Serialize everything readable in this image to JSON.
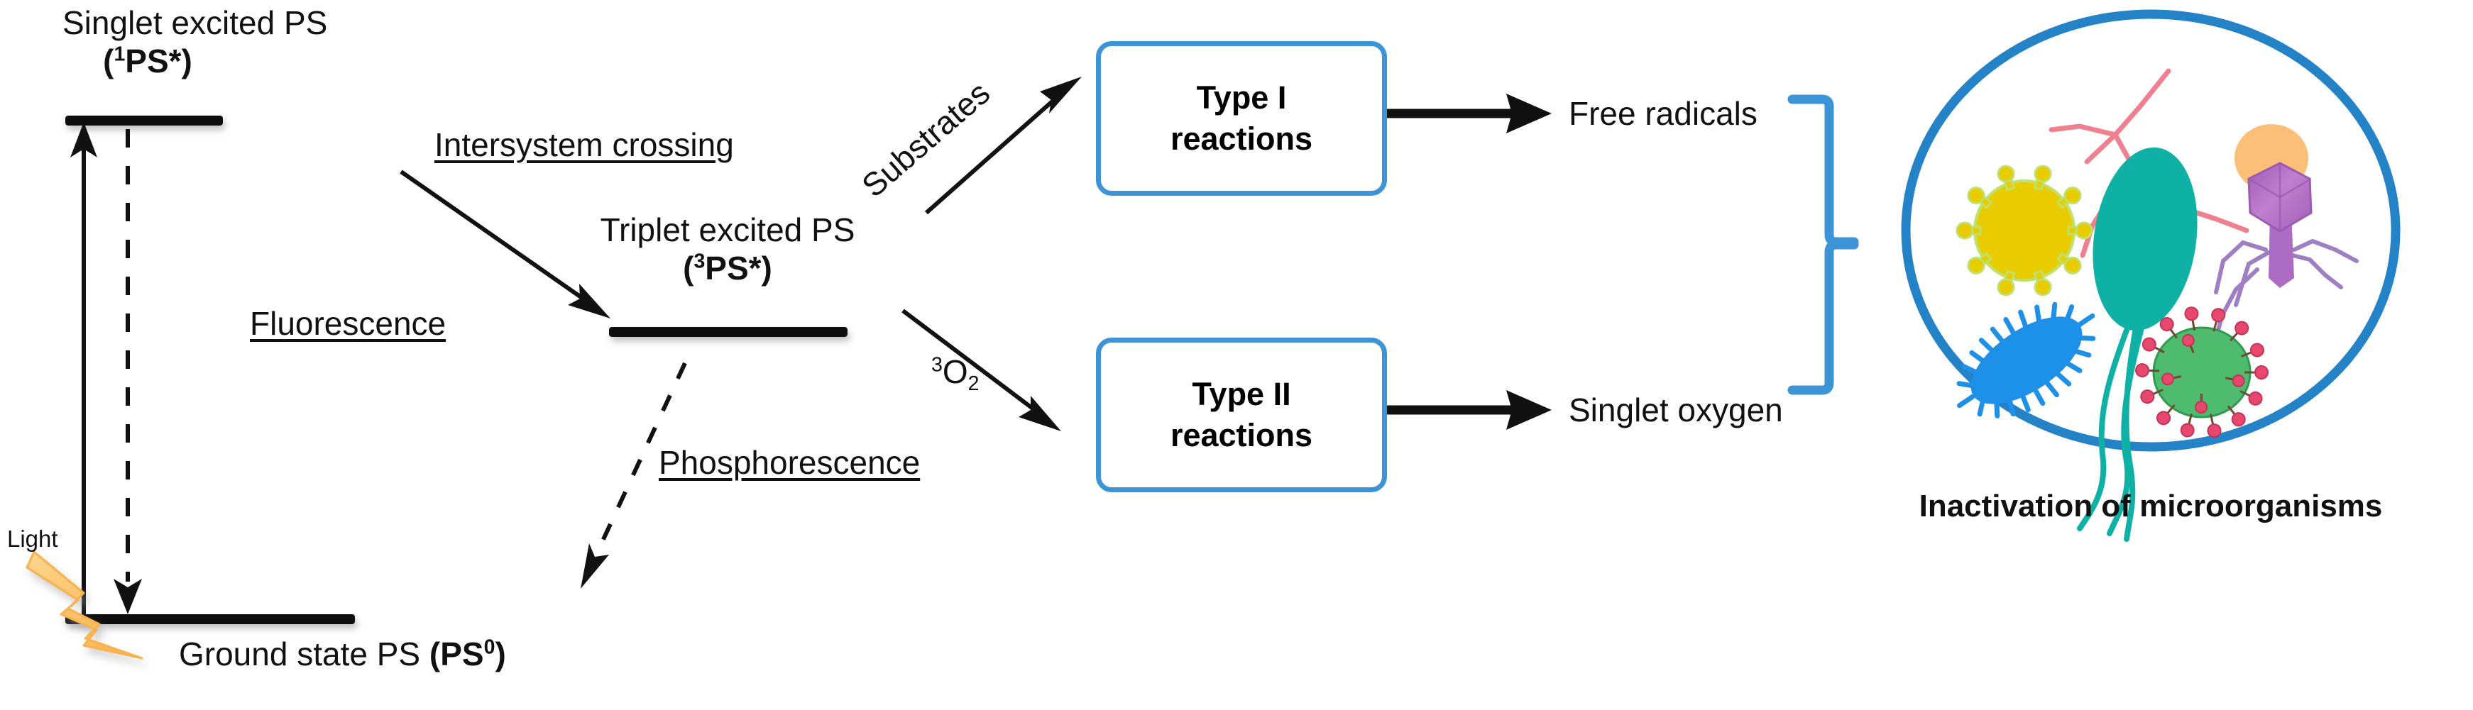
{
  "figure": {
    "title": "Photodynamic inactivation Jablonski diagram",
    "type": "scientific-schematic"
  },
  "colors": {
    "accent_blue": "#3C94D6",
    "line_black": "#111111",
    "light_bolt": "#FBBE64",
    "light_bolt_light": "#FDD389",
    "virus_yellow": "#E8CC00",
    "bacterium_blue": "#1E90E8",
    "bacillus_teal": "#0FB1A5",
    "phage_purple": "#B26FC0",
    "phage_leg": "#9E7FC4",
    "corona_green": "#4FBB6E",
    "corona_spike": "#E8476E",
    "fungus_pink": "#F0808F",
    "yeast_orange": "#FBBE77"
  },
  "energy_levels": {
    "singlet": {
      "title": "Singlet excited PS",
      "symbol_prefix": "(",
      "symbol_sup": "1",
      "symbol_body": "PS*)",
      "symbol_plain": "(1PS*)"
    },
    "triplet": {
      "title": "Triplet excited PS",
      "symbol_prefix": "(",
      "symbol_sup": "3",
      "symbol_body": "PS*)",
      "symbol_plain": "(3PS*)"
    },
    "ground": {
      "title": "Ground state PS ",
      "symbol_prefix": "(",
      "symbol_body": "PS",
      "symbol_sup": "0",
      "symbol_suffix": ")",
      "symbol_plain": "(PS0)"
    }
  },
  "transitions": {
    "light": "Light",
    "fluorescence": "Fluorescence",
    "intersystem_crossing": "Intersystem crossing",
    "phosphorescence": "Phosphorescence"
  },
  "reactions": {
    "substrates_label": "Substrates",
    "oxygen_label_sup": "3",
    "oxygen_label_body": "O",
    "oxygen_label_sub": "2",
    "oxygen_label_plain": "3O2",
    "type_i": {
      "line1": "Type I",
      "line2": "reactions"
    },
    "type_ii": {
      "line1": "Type II",
      "line2": "reactions"
    }
  },
  "products": {
    "free_radicals": "Free radicals",
    "singlet_oxygen": "Singlet oxygen"
  },
  "outcome": {
    "caption": "Inactivation of microorganisms",
    "organisms": [
      {
        "name": "spiked-virus",
        "color": "#E8CC00"
      },
      {
        "name": "flagellated-bacterium",
        "color": "#1E90E8"
      },
      {
        "name": "rod-bacterium",
        "color": "#0FB1A5"
      },
      {
        "name": "bacteriophage",
        "color": "#B26FC0"
      },
      {
        "name": "coronavirus",
        "color": "#4FBB6E"
      },
      {
        "name": "filamentous-fungus",
        "color": "#F0808F"
      },
      {
        "name": "yeast-cell",
        "color": "#FBBE77"
      }
    ]
  },
  "icons": {
    "lightning_bolt": "lightning-bolt-icon",
    "arrow_up": "arrow-up-icon",
    "arrow_down_dashed": "arrow-down-dashed-icon",
    "arrow_diagonal": "arrow-diagonal-icon",
    "arrow_right": "arrow-right-icon",
    "curly_bracket": "curly-bracket-icon"
  }
}
